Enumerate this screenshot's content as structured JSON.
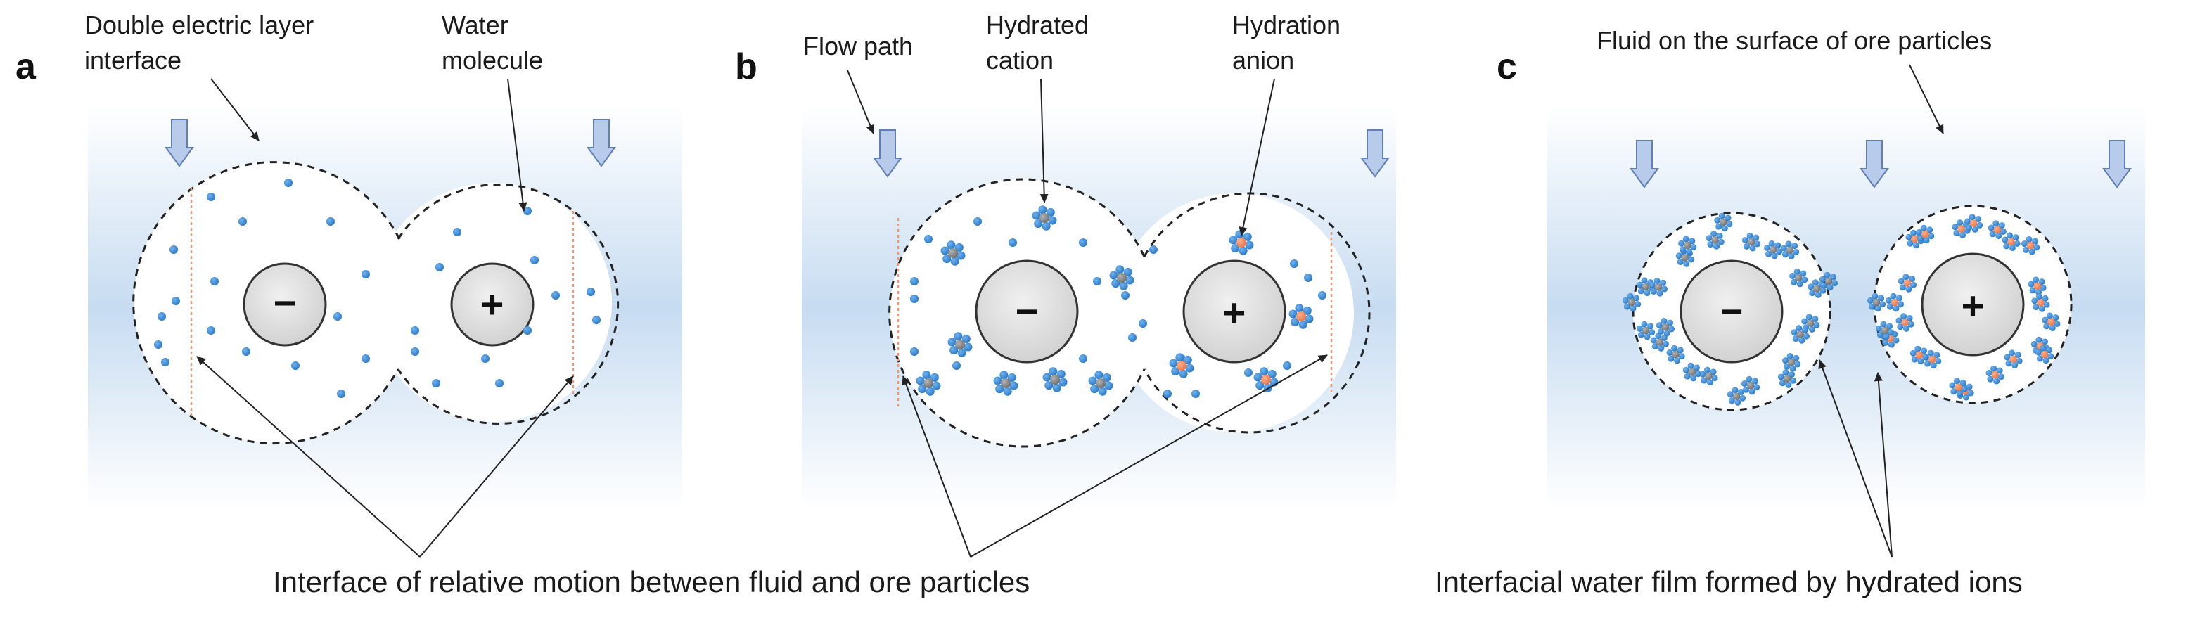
{
  "panels": [
    {
      "letter": "a",
      "label_1": "Double electric layer",
      "label_1b": "interface",
      "label_2": "Water",
      "label_2b": "molecule"
    },
    {
      "letter": "b",
      "label_1": "Flow path",
      "label_2": "Hydrated",
      "label_2b": "cation",
      "label_3": "Hydration",
      "label_3b": "anion"
    },
    {
      "letter": "c",
      "label_1": "Fluid on the surface of ore particles"
    }
  ],
  "signs": {
    "negative": "−",
    "positive": "+"
  },
  "bottom_labels": {
    "left": "Interface of relative motion between fluid and ore particles",
    "right": "Interfacial water film formed by hydrated ions"
  },
  "colors": {
    "water": "#3f8fd6",
    "anion": "#f08a5d",
    "cation_core": "#888888",
    "particle": "#dcdcdc",
    "fluid": "#c9def2",
    "arrow": "#b9cbea"
  }
}
